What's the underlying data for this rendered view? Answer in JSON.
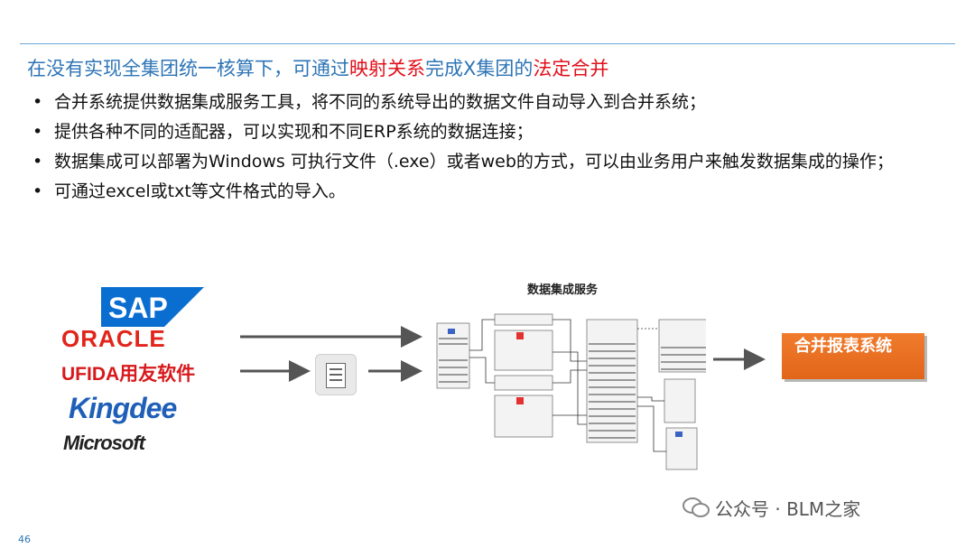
{
  "title": {
    "part1": "在没有实现全集团统一核算下，可通过",
    "part2": "映射关系",
    "part3": "完成X集团的",
    "part4": "法定合并"
  },
  "bullets": [
    "合并系统提供数据集成服务工具，将不同的系统导出的数据文件自动导入到合并系统；",
    "提供各种不同的适配器，可以实现和不同ERP系统的数据连接；",
    "数据集成可以部署为Windows 可执行文件（.exe）或者web的方式，可以由业务用户来触发数据集成的操作；",
    "可通过excel或txt等文件格式的导入。"
  ],
  "bullet_symbol": "•",
  "logos": {
    "sap": "SAP",
    "oracle": "ORACLE",
    "ufida": "UFIDA用友软件",
    "kingdee": "Kingdee",
    "microsoft": "Microsoft"
  },
  "service_title": "数据集成服务",
  "report_box": "合并报表系统",
  "watermark": "公众号 · BLM之家",
  "page_number": "46",
  "colors": {
    "title_blue": "#2e75b6",
    "highlight_red": "#e0101b",
    "report_orange": "#f07b2c",
    "sap_blue": "#0a6ed1"
  }
}
